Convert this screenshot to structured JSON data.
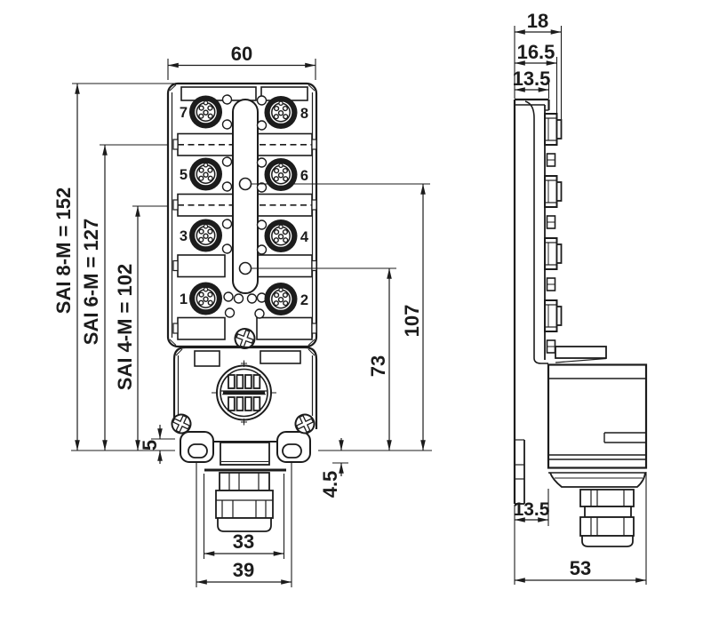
{
  "colors": {
    "line": "#1c1c1c",
    "background": "#ffffff"
  },
  "front_view": {
    "dim_width": "60",
    "dim_sai8": "SAI 8-M = 152",
    "dim_sai6": "SAI 6-M = 127",
    "dim_sai4": "SAI 4-M = 102",
    "dim_foot_slot": "5",
    "dim_foot_offset": "4.5",
    "dim_lower": "73",
    "dim_upper": "107",
    "dim_gland_width": "33",
    "dim_foot_span": "39",
    "port_numbers": [
      "7",
      "8",
      "5",
      "6",
      "3",
      "4",
      "1",
      "2"
    ]
  },
  "side_view": {
    "dim_depth_overall": "18",
    "dim_depth_connector": "16.5",
    "dim_depth_body": "13.5",
    "dim_bottom_offset": "13.5",
    "dim_depth_total": "53"
  }
}
